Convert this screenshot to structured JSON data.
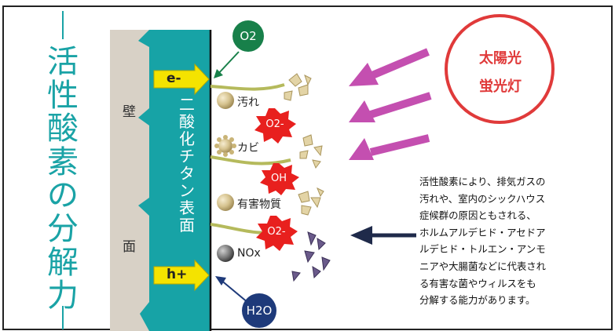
{
  "title": "活性酸素の分解力",
  "wall_top": "壁",
  "wall_bottom": "面",
  "tio2_label": "二酸化チタン表面",
  "electron": "e-",
  "hole": "h+",
  "o2": "O2",
  "h2o": "H2O",
  "superoxide_1": "O2-",
  "superoxide_2": "O2-",
  "hydroxyl": "OH",
  "targets": [
    "汚れ",
    "カビ",
    "有害物質",
    "NOx"
  ],
  "light_source_1": "太陽光",
  "light_source_2": "蛍光灯",
  "description_lines": [
    "活性酸素により、排気ガスの",
    "汚れや、室内のシックハウス",
    "症候群の原因ともされる、",
    "ホルムアルデヒド・アセドア",
    "ルデヒド・トルエン・アンモ",
    "ニアや大腸菌などに代表され",
    "る有害な菌やウィルスをも",
    "分解する能力があります。"
  ],
  "colors": {
    "teal": "#17a3a6",
    "wall": "#d8d1c6",
    "yellow": "#f4e300",
    "green": "#18804a",
    "navy": "#1e3a7a",
    "red": "#e03a3a",
    "magenta": "#c44fb0",
    "dark_arrow": "#1f2a4a"
  }
}
